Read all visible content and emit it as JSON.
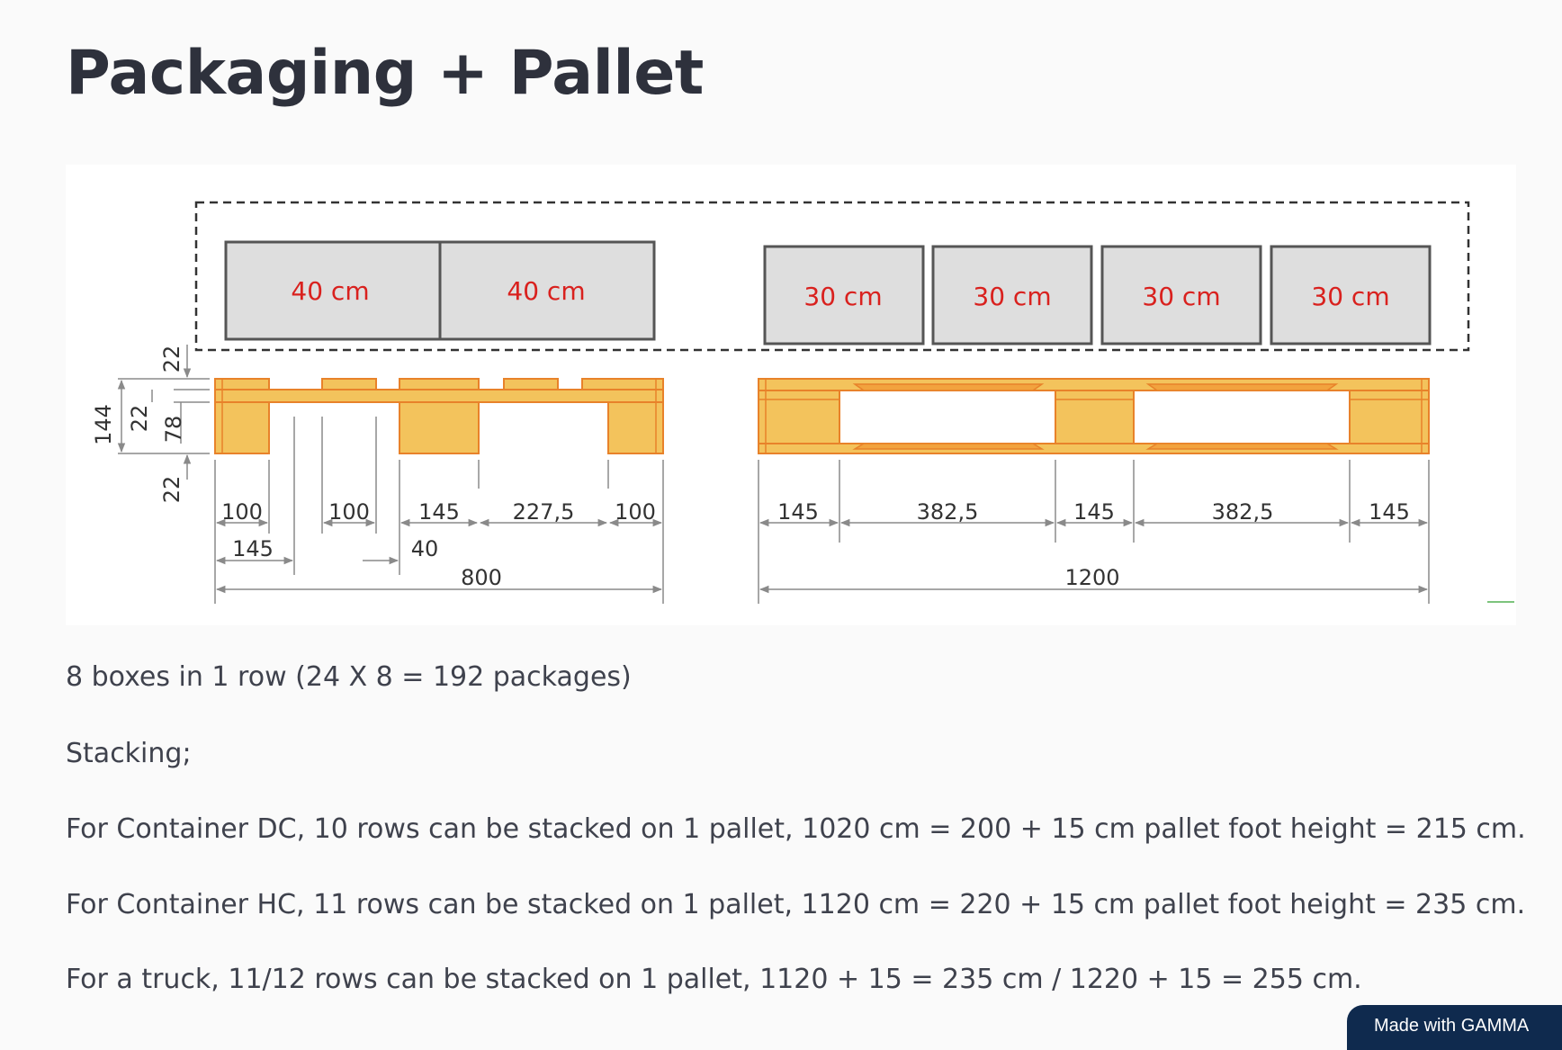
{
  "page": {
    "title": "Packaging + Pallet"
  },
  "diagram": {
    "boxes_40": [
      "40 cm",
      "40 cm"
    ],
    "boxes_30": [
      "30 cm",
      "30 cm",
      "30 cm",
      "30 cm"
    ],
    "side_dims": {
      "top": "22",
      "total": "144",
      "mid": "22",
      "leg": "78",
      "bottom": "22"
    },
    "pallet_800_dims": {
      "row1": [
        "100",
        "100",
        "145",
        "227,5",
        "100"
      ],
      "row2": [
        "145",
        "40"
      ],
      "total": "800"
    },
    "pallet_1200_dims": {
      "row1": [
        "145",
        "382,5",
        "145",
        "382,5",
        "145"
      ],
      "total": "1200"
    },
    "colors": {
      "wood_fill": "#f3c35c",
      "wood_edge": "#e8822a",
      "box_fill": "#dedede",
      "box_label": "#d9211e"
    }
  },
  "text": {
    "boxes_per_row": "8 boxes in 1 row (24 X 8 = 192 packages)",
    "stacking": "Stacking;",
    "dc": "For Container DC, 10 rows can be stacked on 1 pallet, 1020 cm = 200 + 15 cm pallet foot height = 215 cm.",
    "hc": "For Container HC, 11 rows can be stacked on 1 pallet, 1120 cm = 220 + 15 cm pallet foot height = 235 cm.",
    "truck": "For a truck, 11/12 rows can be stacked on 1 pallet, 1120 + 15 = 235 cm / 1220 + 15 = 255 cm."
  },
  "badge": {
    "label": "Made with GAMMA"
  }
}
